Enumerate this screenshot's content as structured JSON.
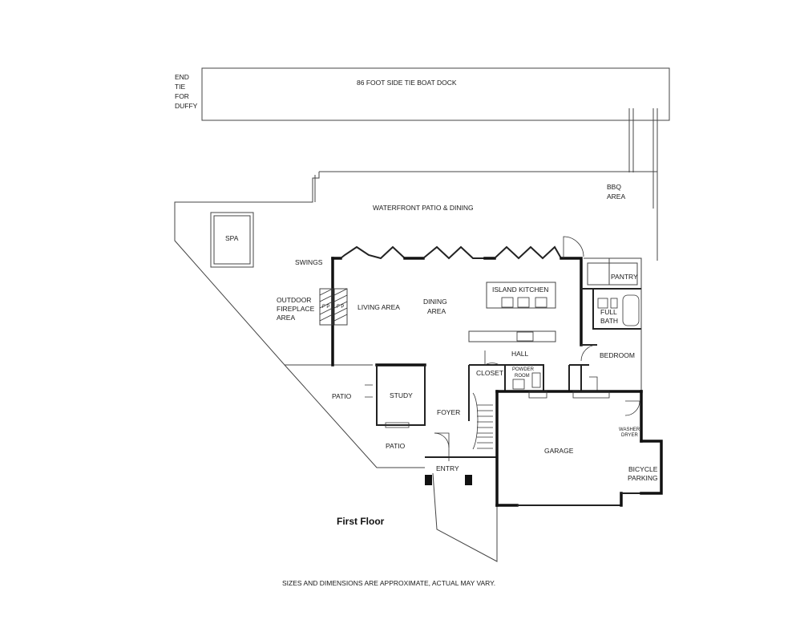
{
  "labels": {
    "end_tie": [
      "END",
      "TIE",
      "FOR",
      "DUFFY"
    ],
    "boat_dock": "86 FOOT SIDE TIE BOAT DOCK",
    "bbq": [
      "BBQ",
      "AREA"
    ],
    "waterfront_patio": "WATERFRONT PATIO & DINING",
    "spa": "SPA",
    "swings": "SWINGS",
    "outdoor_fireplace": [
      "OUTDOOR",
      "FIREPLACE",
      "AREA"
    ],
    "fp": "F P",
    "living_area": "LIVING AREA",
    "dining_area": [
      "DINING",
      "AREA"
    ],
    "island_kitchen": "ISLAND KITCHEN",
    "pantry": "PANTRY",
    "full_bath": [
      "FULL",
      "BATH"
    ],
    "bedroom": "BEDROOM",
    "hall": "HALL",
    "closet": "CLOSET",
    "powder_room": [
      "POWDER",
      "ROOM"
    ],
    "patio_upper": "PATIO",
    "study": "STUDY",
    "foyer": "FOYER",
    "patio_lower": "PATIO",
    "entry": "ENTRY",
    "garage": "GARAGE",
    "washer_dryer": [
      "WASHER",
      "DRYER"
    ],
    "bicycle_parking": [
      "BICYCLE",
      "PARKING"
    ]
  },
  "title": "First Floor",
  "disclaimer": "SIZES AND DIMENSIONS ARE APPROXIMATE, ACTUAL MAY VARY."
}
